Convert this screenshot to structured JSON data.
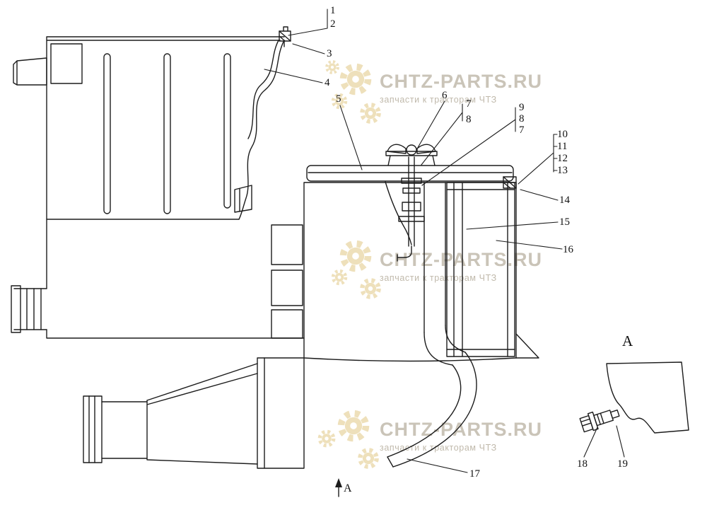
{
  "diagram": {
    "description": "Air cleaner / pre-cleaner assembly parts diagram",
    "callouts": [
      {
        "label": "1"
      },
      {
        "label": "2"
      },
      {
        "label": "3"
      },
      {
        "label": "4"
      },
      {
        "label": "5"
      },
      {
        "label": "6"
      },
      {
        "label": "7"
      },
      {
        "label": "8"
      },
      {
        "label": "9"
      },
      {
        "label": "8"
      },
      {
        "label": "7"
      },
      {
        "label": "10"
      },
      {
        "label": "11"
      },
      {
        "label": "12"
      },
      {
        "label": "13"
      },
      {
        "label": "14"
      },
      {
        "label": "15"
      },
      {
        "label": "16"
      },
      {
        "label": "17"
      },
      {
        "label": "18"
      },
      {
        "label": "19"
      }
    ],
    "detail_view": {
      "label": "A"
    },
    "section_arrow": {
      "label": "A"
    }
  },
  "watermark": {
    "brand": "CHTZ-PARTS.RU",
    "tagline": "запчасти к тракторам ЧТЗ",
    "gear_color": "#ead9ab",
    "text_color": "#9e9380"
  },
  "colors": {
    "line": "#1c1c1c",
    "background": "#ffffff"
  }
}
